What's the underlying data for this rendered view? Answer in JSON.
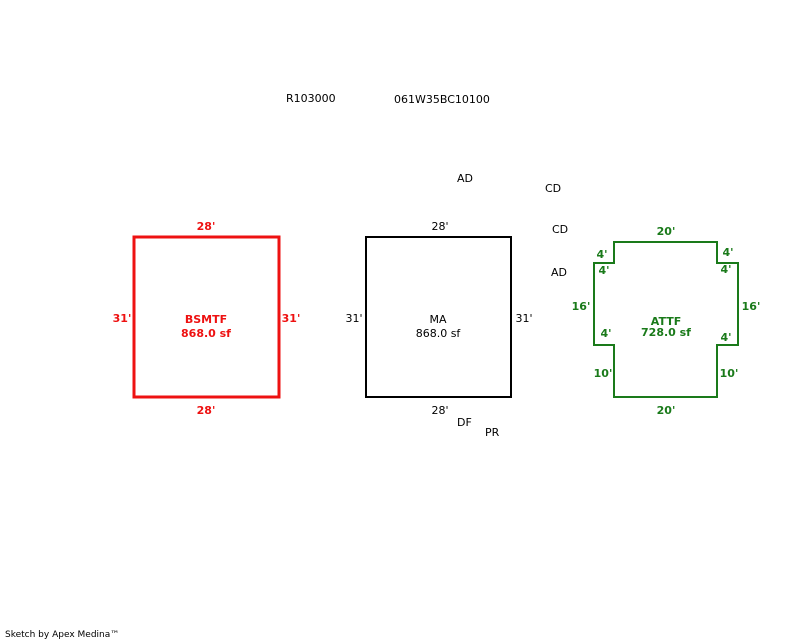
{
  "header": {
    "account": "R103000",
    "map_tax_lot": "061W35BC10100"
  },
  "colors": {
    "bsmtf": "#ee1111",
    "ma": "#000000",
    "attf": "#1a7a1a"
  },
  "bsmtf": {
    "name": "BSMTF",
    "area": "868.0 sf",
    "top": "28'",
    "bottom": "28'",
    "left": "31'",
    "right": "31'"
  },
  "ma": {
    "name": "MA",
    "area": "868.0 sf",
    "top": "28'",
    "bottom": "28'",
    "left": "31'",
    "right": "31'"
  },
  "attf": {
    "name": "ATTF",
    "area": "728.0 sf",
    "top": "20'",
    "bottom": "20'",
    "notch_top_left": "4'",
    "notch_top_left_side": "4'",
    "notch_top_right": "4'",
    "notch_top_right_side": "4'",
    "left": "16'",
    "right": "16'",
    "notch_bottom_left": "4'",
    "notch_bottom_right": "4'",
    "lower_left": "10'",
    "lower_right": "10'"
  },
  "codes": {
    "ad_top": "AD",
    "cd_1": "CD",
    "cd_2": "CD",
    "ad_2": "AD",
    "df": "DF",
    "pr": "PR"
  },
  "footer": {
    "credit": "Sketch by Apex Medina™"
  }
}
